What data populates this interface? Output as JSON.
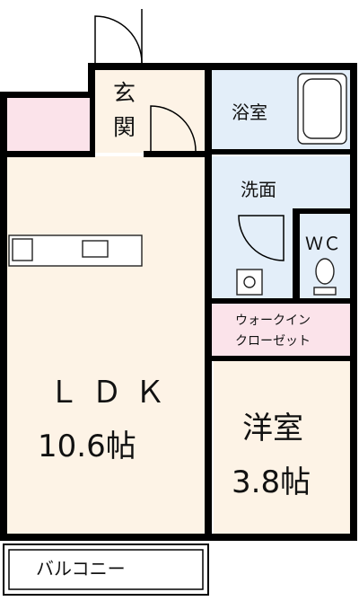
{
  "rooms": {
    "entrance": {
      "line1": "玄",
      "line2": "関",
      "color": "#fdf3e6"
    },
    "bath": {
      "label": "浴室",
      "color": "#e3eef9"
    },
    "washroom": {
      "label": "洗面",
      "color": "#e3eef9"
    },
    "wc": {
      "label": "ＷＣ",
      "color": "#e3eef9"
    },
    "walkin_closet": {
      "line1": "ウォークイン",
      "line2": "クローゼット",
      "color": "#fbe3ea"
    },
    "ldk": {
      "name": "ＬＤＫ",
      "size": "10.6帖",
      "color": "#fdf3e6"
    },
    "western_room": {
      "name": "洋室",
      "size": "3.8帖",
      "color": "#fdf3e6"
    },
    "storage": {
      "color": "#fbe3ea"
    },
    "balcony": {
      "label": "バルコニー",
      "color": "#ffffff"
    }
  }
}
